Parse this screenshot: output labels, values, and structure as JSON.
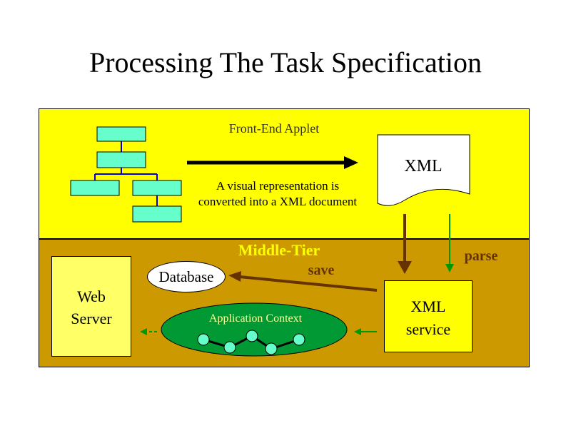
{
  "title": "Processing The Task Specification",
  "front_end": {
    "label": "Front-End Applet",
    "description": "A visual representation is converted into a XML document",
    "xml_doc_label": "XML"
  },
  "middle_tier": {
    "label": "Middle-Tier",
    "save_label": "save",
    "parse_label": "parse",
    "web_server_label": "Web Server",
    "database_label": "Database",
    "xml_service_label": "XML service",
    "app_context_label": "Application Context"
  },
  "colors": {
    "front_panel": "#ffff00",
    "middle_panel": "#cc9900",
    "org_box": "#66ffcc",
    "org_line": "#0000cc",
    "app_context": "#009933",
    "arrow_brown": "#663300",
    "arrow_green": "#009900",
    "middle_label": "#ffff00"
  }
}
